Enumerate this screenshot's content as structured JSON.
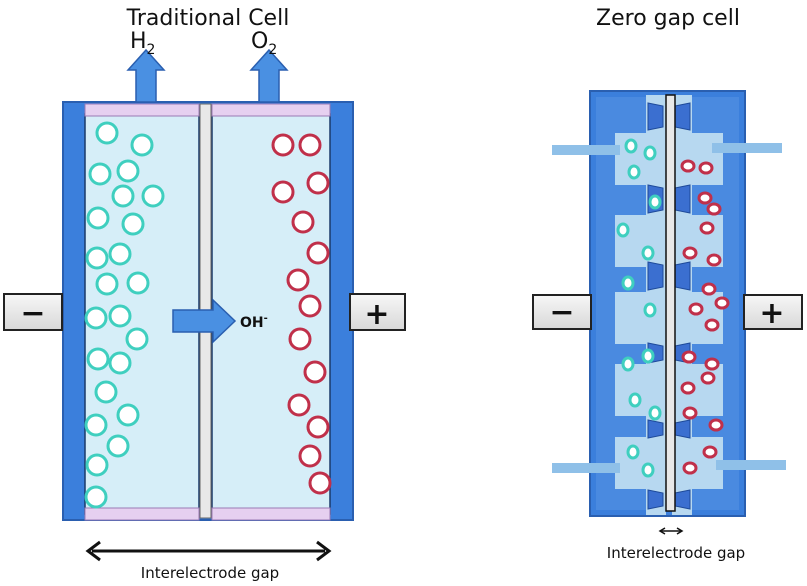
{
  "left_panel": {
    "title": "Traditional Cell",
    "gas_left": {
      "base": "H",
      "sub": "2"
    },
    "gas_right": {
      "base": "O",
      "sub": "2"
    },
    "ion_label": {
      "base": "OH",
      "sup": "-"
    },
    "negative_terminal": "−",
    "positive_terminal": "+",
    "gap_label": "Interelectrode gap"
  },
  "right_panel": {
    "title": "Zero gap cell",
    "negative_terminal": "−",
    "positive_terminal": "+",
    "gap_label": "Interelectrode gap"
  },
  "colors": {
    "electrode_blue": "#3b7fdc",
    "electrolyte": "#d6eef8",
    "membrane": "#e8e8e8",
    "hydrogen_bubble": "#3fcfbf",
    "oxygen_bubble": "#c0304a",
    "seal": "#e6d0f0",
    "terminal_fill": "#eeeeee"
  },
  "legend_semantics": {
    "hydrogen_bubbles": "H2 bubbles (cathode side)",
    "oxygen_bubbles": "O2 bubbles (anode side)"
  }
}
